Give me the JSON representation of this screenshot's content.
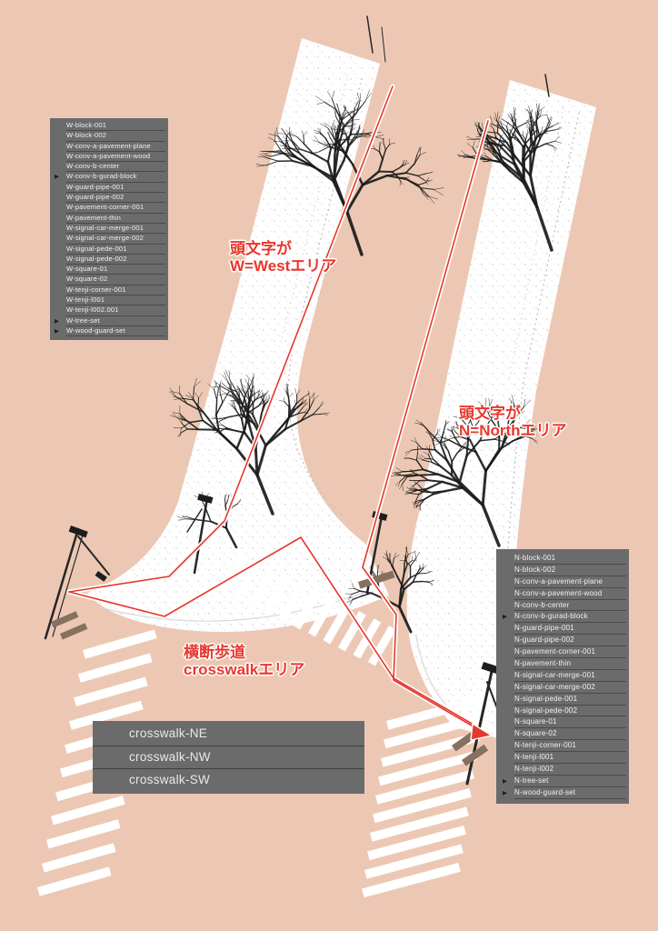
{
  "colors": {
    "background": "#ecc8b4",
    "panel_gray": "#6b6b6b",
    "accent_red": "#e8372c",
    "street_white": "#ffffff",
    "wood_brown": "#86705f"
  },
  "icons": {
    "expand_marker": "▶"
  },
  "west_panel": {
    "items": [
      {
        "label": "W-block-001",
        "marker": false
      },
      {
        "label": "W-block-002",
        "marker": false
      },
      {
        "label": "W-conv-a-pavement-plane",
        "marker": false
      },
      {
        "label": "W-conv-a-pavement-wood",
        "marker": false
      },
      {
        "label": "W-conv-b-center",
        "marker": false
      },
      {
        "label": "W-conv-b-gurad-block",
        "marker": true
      },
      {
        "label": "W-guard-pipe-001",
        "marker": false
      },
      {
        "label": "W-guard-pipe-002",
        "marker": false
      },
      {
        "label": "W-pavement-corner-001",
        "marker": false
      },
      {
        "label": "W-pavement-thin",
        "marker": false
      },
      {
        "label": "W-signal-car-merge-001",
        "marker": false
      },
      {
        "label": "W-signal-car-merge-002",
        "marker": false
      },
      {
        "label": "W-signal-pede-001",
        "marker": false
      },
      {
        "label": "W-signal-pede-002",
        "marker": false
      },
      {
        "label": "W-square-01",
        "marker": false
      },
      {
        "label": "W-square-02",
        "marker": false
      },
      {
        "label": "W-tenji-corner-001",
        "marker": false
      },
      {
        "label": "W-tenji-l001",
        "marker": false
      },
      {
        "label": "W-tenji-l002.001",
        "marker": false
      },
      {
        "label": "W-tree-set",
        "marker": true
      },
      {
        "label": "W-wood-guard-set",
        "marker": true
      }
    ]
  },
  "north_panel": {
    "items": [
      {
        "label": "N-block-001",
        "marker": false
      },
      {
        "label": "N-block-002",
        "marker": false
      },
      {
        "label": "N-conv-a-pavement-plane",
        "marker": false
      },
      {
        "label": "N-conv-a-pavement-wood",
        "marker": false
      },
      {
        "label": "N-conv-b-center",
        "marker": false
      },
      {
        "label": "N-conv-b-gurad-block",
        "marker": true
      },
      {
        "label": "N-guard-pipe-001",
        "marker": false
      },
      {
        "label": "N-guard-pipe-002",
        "marker": false
      },
      {
        "label": "N-pavement-corner-001",
        "marker": false
      },
      {
        "label": "N-pavement-thin",
        "marker": false
      },
      {
        "label": "N-signal-car-merge-001",
        "marker": false
      },
      {
        "label": "N-signal-car-merge-002",
        "marker": false
      },
      {
        "label": "N-signal-pede-001",
        "marker": false
      },
      {
        "label": "N-signal-pede-002",
        "marker": false
      },
      {
        "label": "N-square-01",
        "marker": false
      },
      {
        "label": "N-square-02",
        "marker": false
      },
      {
        "label": "N-tenji-corner-001",
        "marker": false
      },
      {
        "label": "N-tenji-l001",
        "marker": false
      },
      {
        "label": "N-tenji-l002",
        "marker": false
      },
      {
        "label": "N-tree-set",
        "marker": true
      },
      {
        "label": "N-wood-guard-set",
        "marker": true
      }
    ]
  },
  "crosswalk_panel": {
    "items": [
      {
        "label": "crosswalk-NE",
        "marker": false
      },
      {
        "label": "crosswalk-NW",
        "marker": false
      },
      {
        "label": "crosswalk-SW",
        "marker": false
      }
    ]
  },
  "annotations": {
    "west": {
      "line1": "頭文字が",
      "line2": "W=Westエリア"
    },
    "north": {
      "line1": "頭文字が",
      "line2": "N=Northエリア"
    },
    "crosswalk": {
      "line1": "横断歩道",
      "line2": "crosswalkエリア"
    }
  }
}
